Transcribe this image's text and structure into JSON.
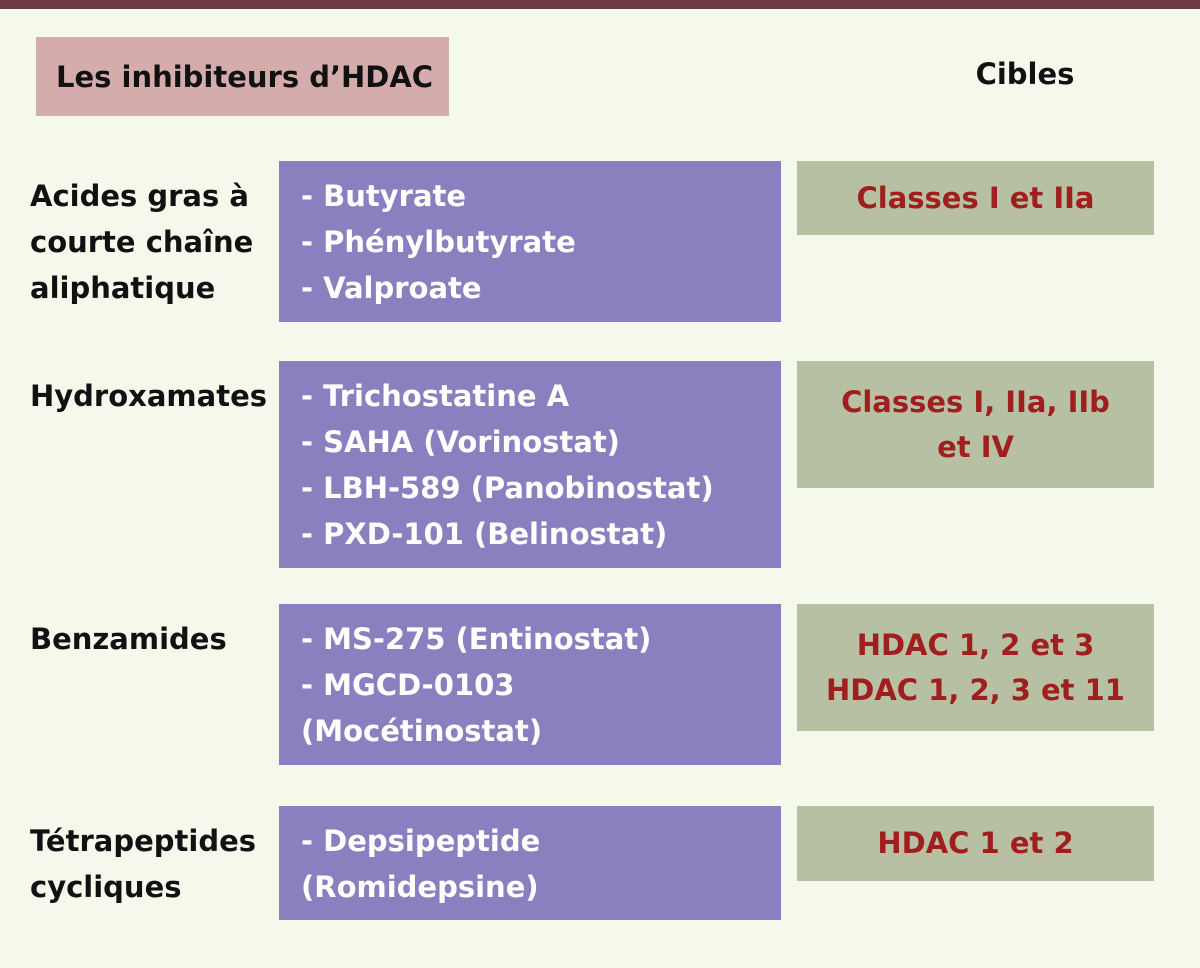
{
  "header": {
    "title": "Les inhibiteurs d’HDAC",
    "targets_title": "Cibles"
  },
  "groups": [
    {
      "label": [
        "Acides gras à",
        "courte chaîne",
        "aliphatique"
      ],
      "drugs": [
        "- Butyrate",
        "- Phénylbutyrate",
        "- Valproate"
      ],
      "targets": [
        "Classes I et IIa"
      ]
    },
    {
      "label": [
        "Hydroxamates"
      ],
      "drugs": [
        "- Trichostatine A",
        "- SAHA (Vorinostat)",
        "- LBH-589 (Panobinostat)",
        "- PXD-101 (Belinostat)"
      ],
      "targets": [
        "Classes I, IIa, IIb",
        "et IV"
      ]
    },
    {
      "label": [
        "Benzamides"
      ],
      "drugs": [
        "- MS-275 (Entinostat)",
        "- MGCD-0103",
        "(Mocétinostat)"
      ],
      "targets": [
        "HDAC 1, 2 et 3",
        "HDAC 1, 2, 3 et 11"
      ]
    },
    {
      "label": [
        "Tétrapeptides",
        "cycliques"
      ],
      "drugs": [
        "- Depsipeptide",
        "(Romidepsine)"
      ],
      "targets": [
        "HDAC 1 et 2"
      ]
    }
  ]
}
